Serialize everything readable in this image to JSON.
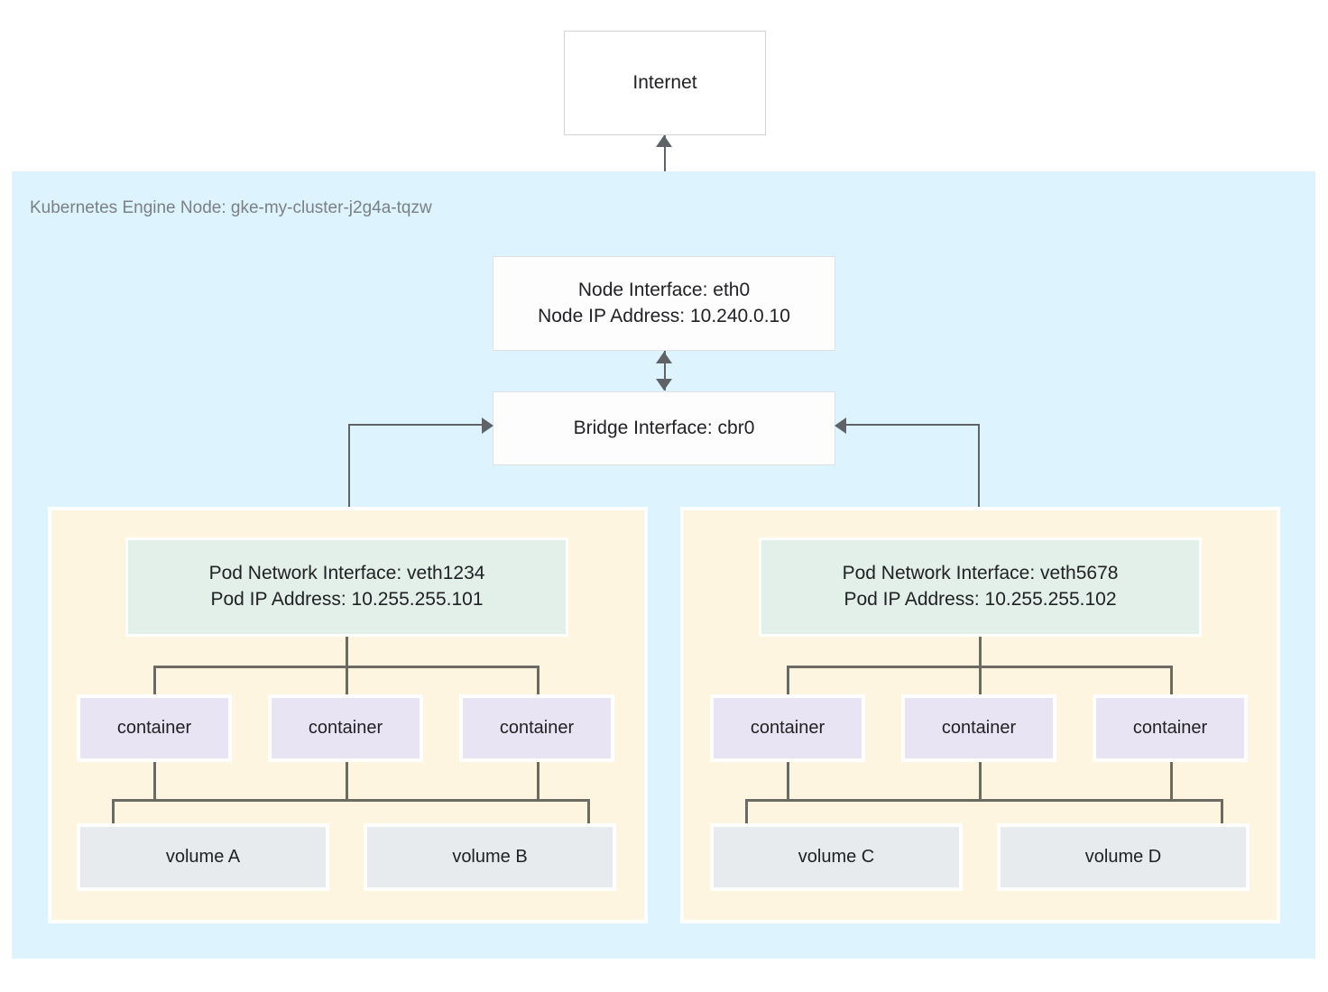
{
  "diagram": {
    "title_absent": true,
    "internet": {
      "label": "Internet"
    },
    "node_region": {
      "label": "Kubernetes Engine Node: gke-my-cluster-j2g4a-tqzw",
      "background_color": "#ddf3fd"
    },
    "node_interface": {
      "line1": "Node Interface: eth0",
      "line2": "Node IP Address: 10.240.0.10"
    },
    "bridge_interface": {
      "label": "Bridge Interface: cbr0"
    },
    "pods": [
      {
        "id": "pod-left",
        "background_color": "#fdf5e0",
        "network_interface": {
          "line1": "Pod Network Interface: veth1234",
          "line2": "Pod IP Address: 10.255.255.101",
          "background_color": "#e3efe9"
        },
        "containers": [
          {
            "label": "container"
          },
          {
            "label": "container"
          },
          {
            "label": "container"
          }
        ],
        "volumes": [
          {
            "label": "volume A"
          },
          {
            "label": "volume B"
          }
        ]
      },
      {
        "id": "pod-right",
        "background_color": "#fdf5e0",
        "network_interface": {
          "line1": "Pod Network Interface: veth5678",
          "line2": "Pod IP Address: 10.255.255.102",
          "background_color": "#e3efe9"
        },
        "containers": [
          {
            "label": "container"
          },
          {
            "label": "container"
          },
          {
            "label": "container"
          }
        ],
        "volumes": [
          {
            "label": "volume C"
          },
          {
            "label": "volume D"
          }
        ]
      }
    ],
    "colors": {
      "container_fill": "#e9e4f3",
      "volume_fill": "#e7ebee",
      "connector": "#5f6368",
      "text": "#202124",
      "muted_text": "#7b8084"
    }
  }
}
